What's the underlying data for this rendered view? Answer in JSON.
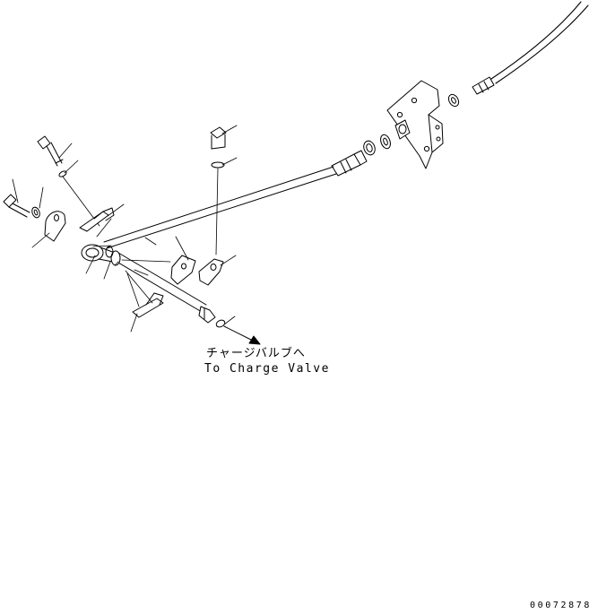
{
  "callout": {
    "japanese": "チャージバルブへ",
    "english": "To Charge Valve"
  },
  "drawing_number": "00072878",
  "colors": {
    "ink": "#000000",
    "paper": "#ffffff"
  }
}
